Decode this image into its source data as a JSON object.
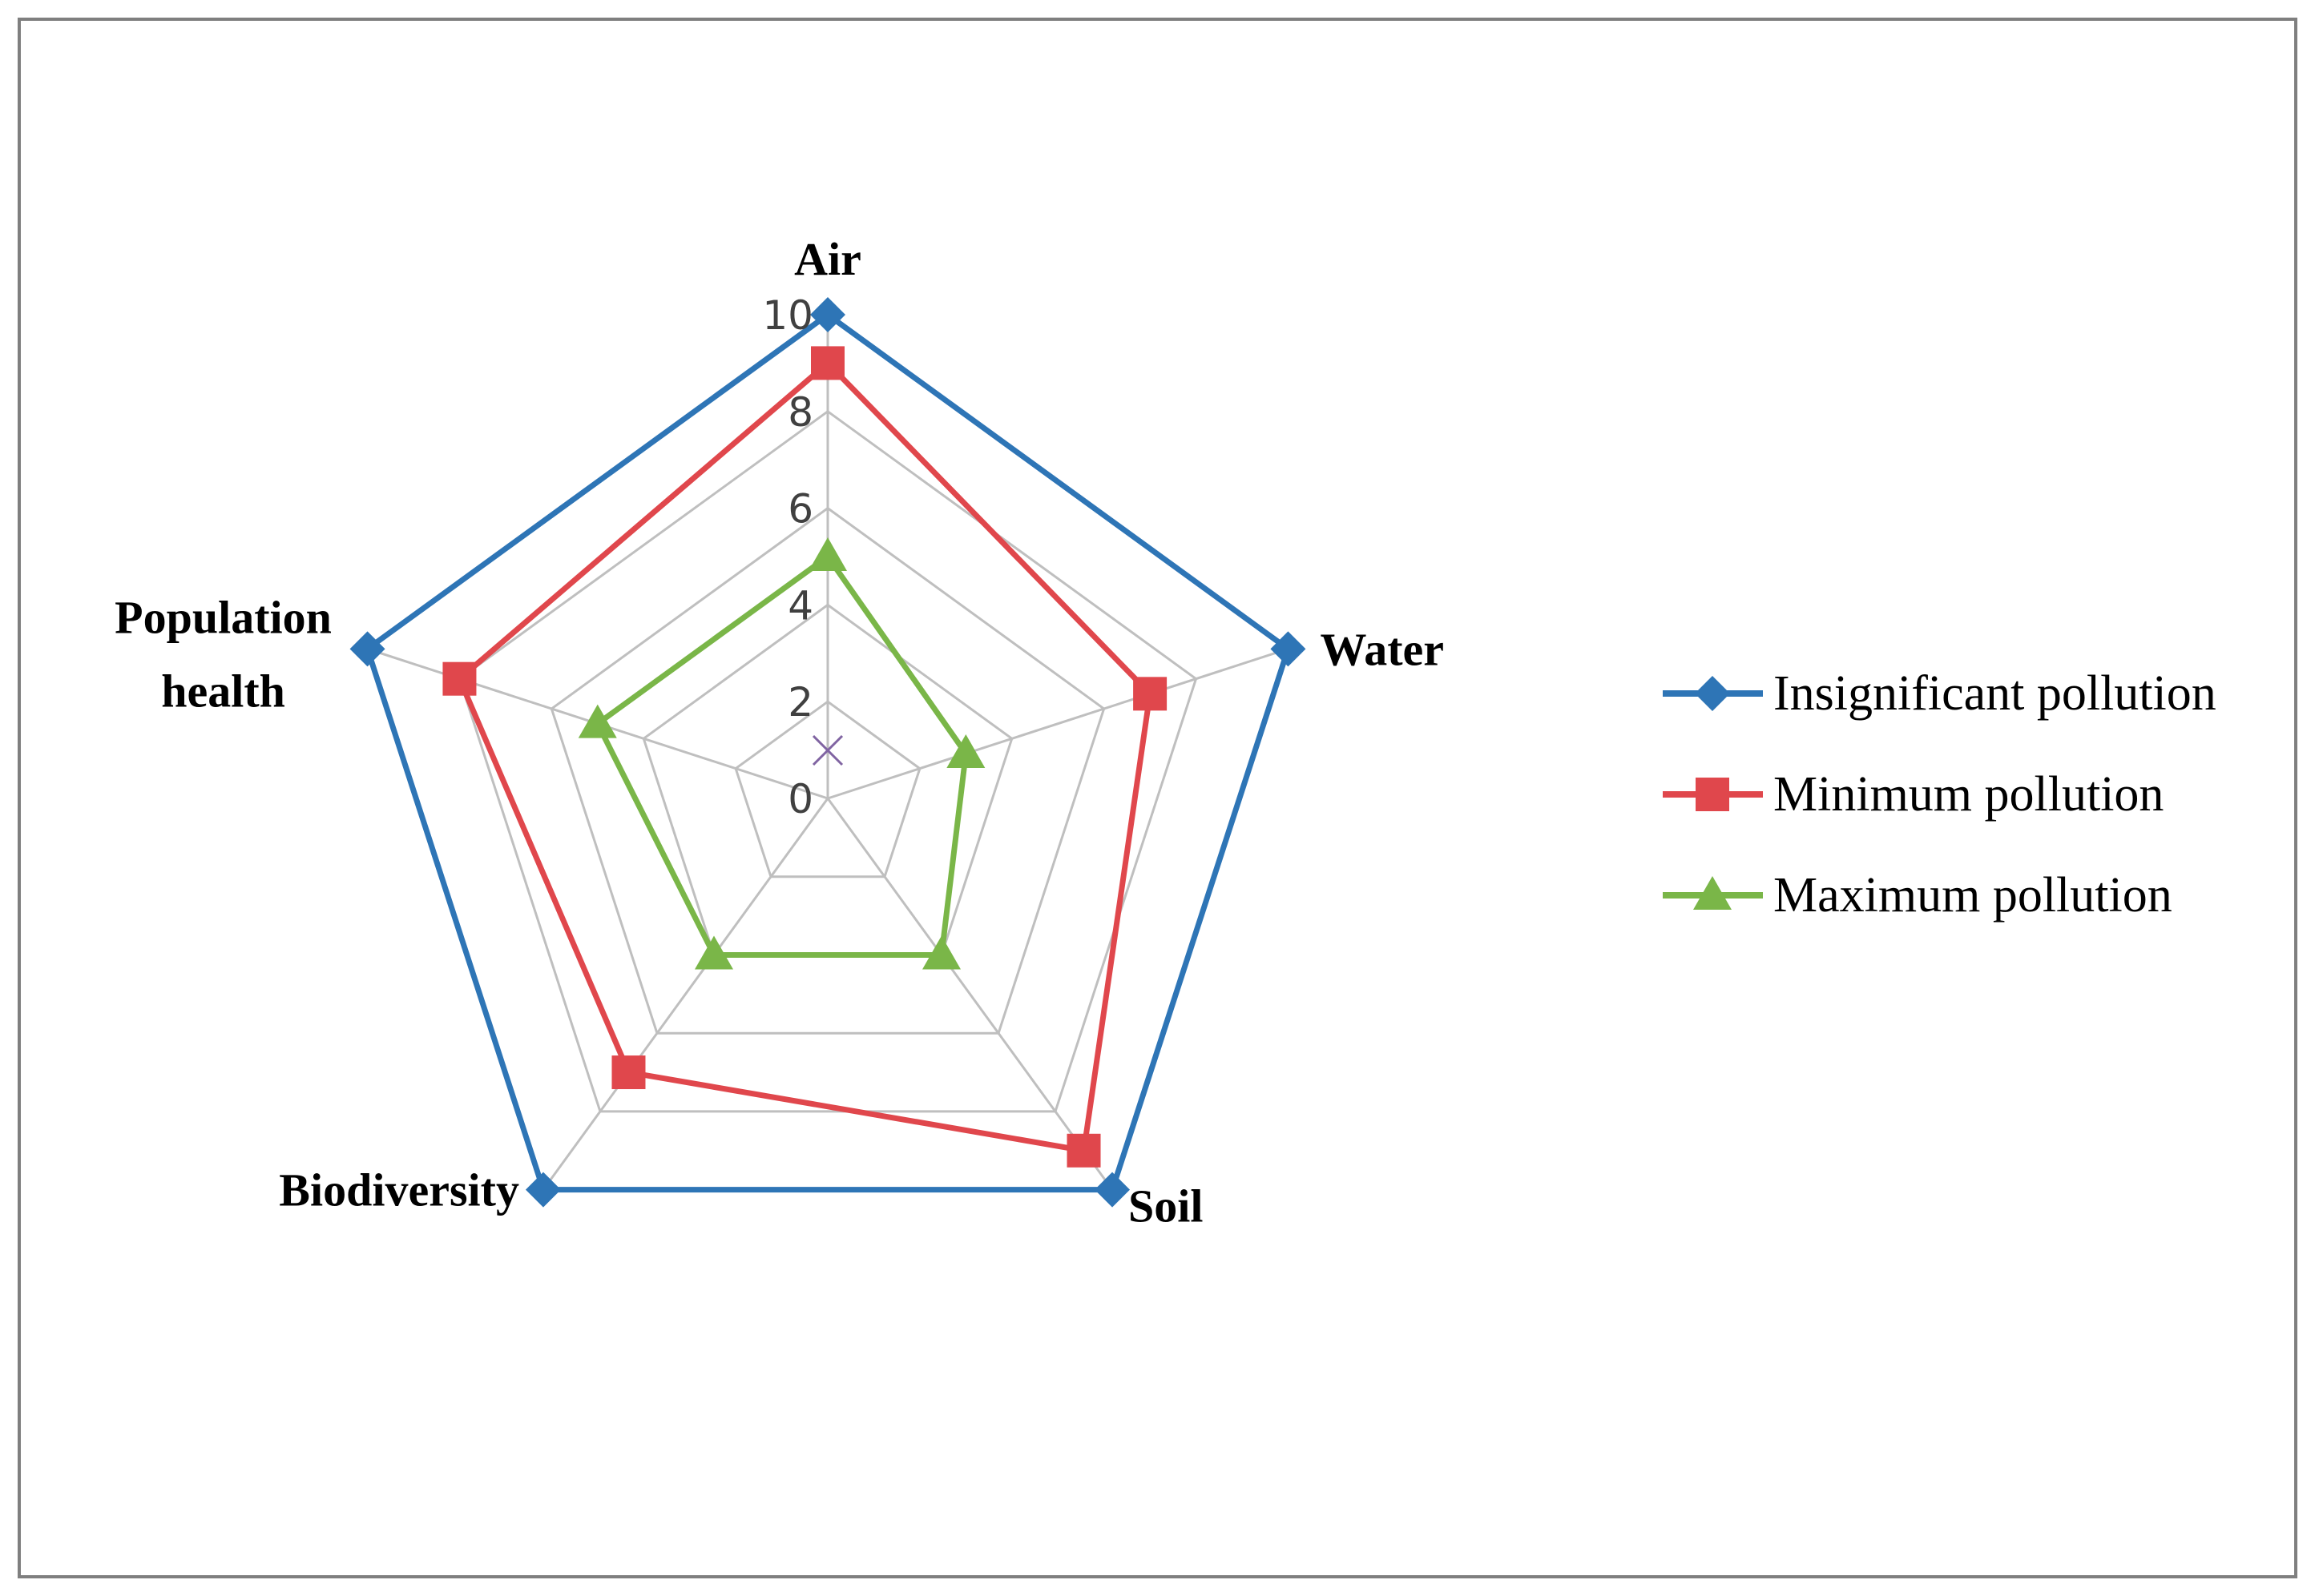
{
  "chart_data": {
    "type": "radar",
    "categories": [
      "Air",
      "Water",
      "Soil",
      "Biodiversity",
      "Population\nhealth"
    ],
    "rlim": [
      0,
      10
    ],
    "ticks": [
      0,
      2,
      4,
      6,
      8,
      10
    ],
    "grid": true,
    "legend_position": "right",
    "series": [
      {
        "name": "Insignificant pollution",
        "values": [
          10,
          10,
          10,
          10,
          10
        ],
        "color": "#2e75b6",
        "marker": "diamond"
      },
      {
        "name": "Minimum pollution",
        "values": [
          9,
          7,
          9,
          7,
          8
        ],
        "color": "#e0474c",
        "marker": "square"
      },
      {
        "name": "Maximum pollution",
        "values": [
          5,
          3,
          4,
          4,
          5
        ],
        "color": "#7ab648",
        "marker": "triangle"
      }
    ],
    "center_marker": {
      "shape": "x",
      "color": "#8064a2"
    }
  }
}
